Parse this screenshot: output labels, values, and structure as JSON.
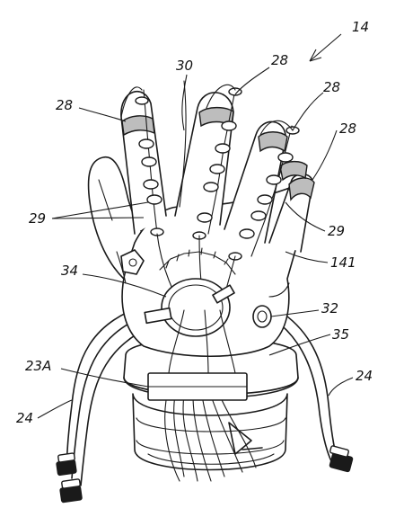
{
  "figure": {
    "labels": {
      "ref_14": "14",
      "ref_30": "30",
      "ref_28_top": "28",
      "ref_28_left": "28",
      "ref_28_right_upper": "28",
      "ref_28_right": "28",
      "ref_29_left": "29",
      "ref_29_right": "29",
      "ref_141": "141",
      "ref_34": "34",
      "ref_32": "32",
      "ref_35": "35",
      "ref_23A": "23A",
      "ref_24_left": "24",
      "ref_24_right": "24"
    },
    "colors": {
      "ink": "#1a1a1a",
      "band_fill": "#bdbdbd",
      "paper": "#ffffff"
    }
  }
}
